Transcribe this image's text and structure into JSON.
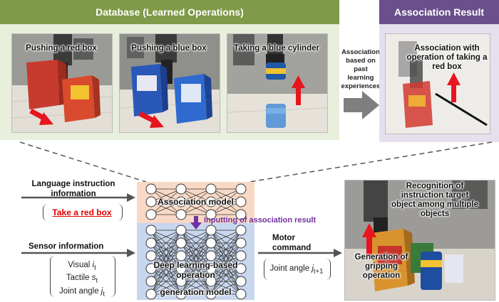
{
  "database_panel": {
    "title": "Database (Learned Operations)",
    "examples": [
      {
        "caption": "Pushing a red box"
      },
      {
        "caption": "Pushing a blue box"
      },
      {
        "caption": "Taking a blue cylinder"
      }
    ]
  },
  "association_text": "Association based on past learning experiences",
  "result_panel": {
    "title": "Association  Result",
    "caption": "Association  with operation of taking a red box"
  },
  "inputs": {
    "language_label": "Language instruction information",
    "instruction": "Take a red box",
    "sensor_label": "Sensor information",
    "sensor_lines": [
      "Visual",
      "Tactile",
      "Joint angle"
    ],
    "sensor_symbols": [
      "i",
      "s",
      "j"
    ],
    "time_subscript": "t"
  },
  "network": {
    "association_model": "Association  model",
    "inputting_note": "Inputting of association result",
    "dl_model_line1": "Deep learning-based",
    "dl_model_line2": "operation",
    "dl_model_line3": "generation model"
  },
  "output": {
    "motor_label": "Motor command",
    "joint_text": "Joint angle",
    "joint_symbol": "j",
    "joint_subscript": "t+1"
  },
  "robot_photo": {
    "recognition": "Recognition of instruction target object among multiple objects",
    "generation": "Generation of gripping operation"
  },
  "colors": {
    "db_header": "#7f9a48",
    "db_panel": "#e8efdc",
    "result_header": "#6a4f8c",
    "result_panel": "#e6e0ee",
    "assoc_model": "#f8d9c6",
    "dl_model": "#c8d6ee",
    "arrow_red": "#e8141e",
    "note_purple": "#7030a0",
    "instruction_red": "#e00000"
  }
}
